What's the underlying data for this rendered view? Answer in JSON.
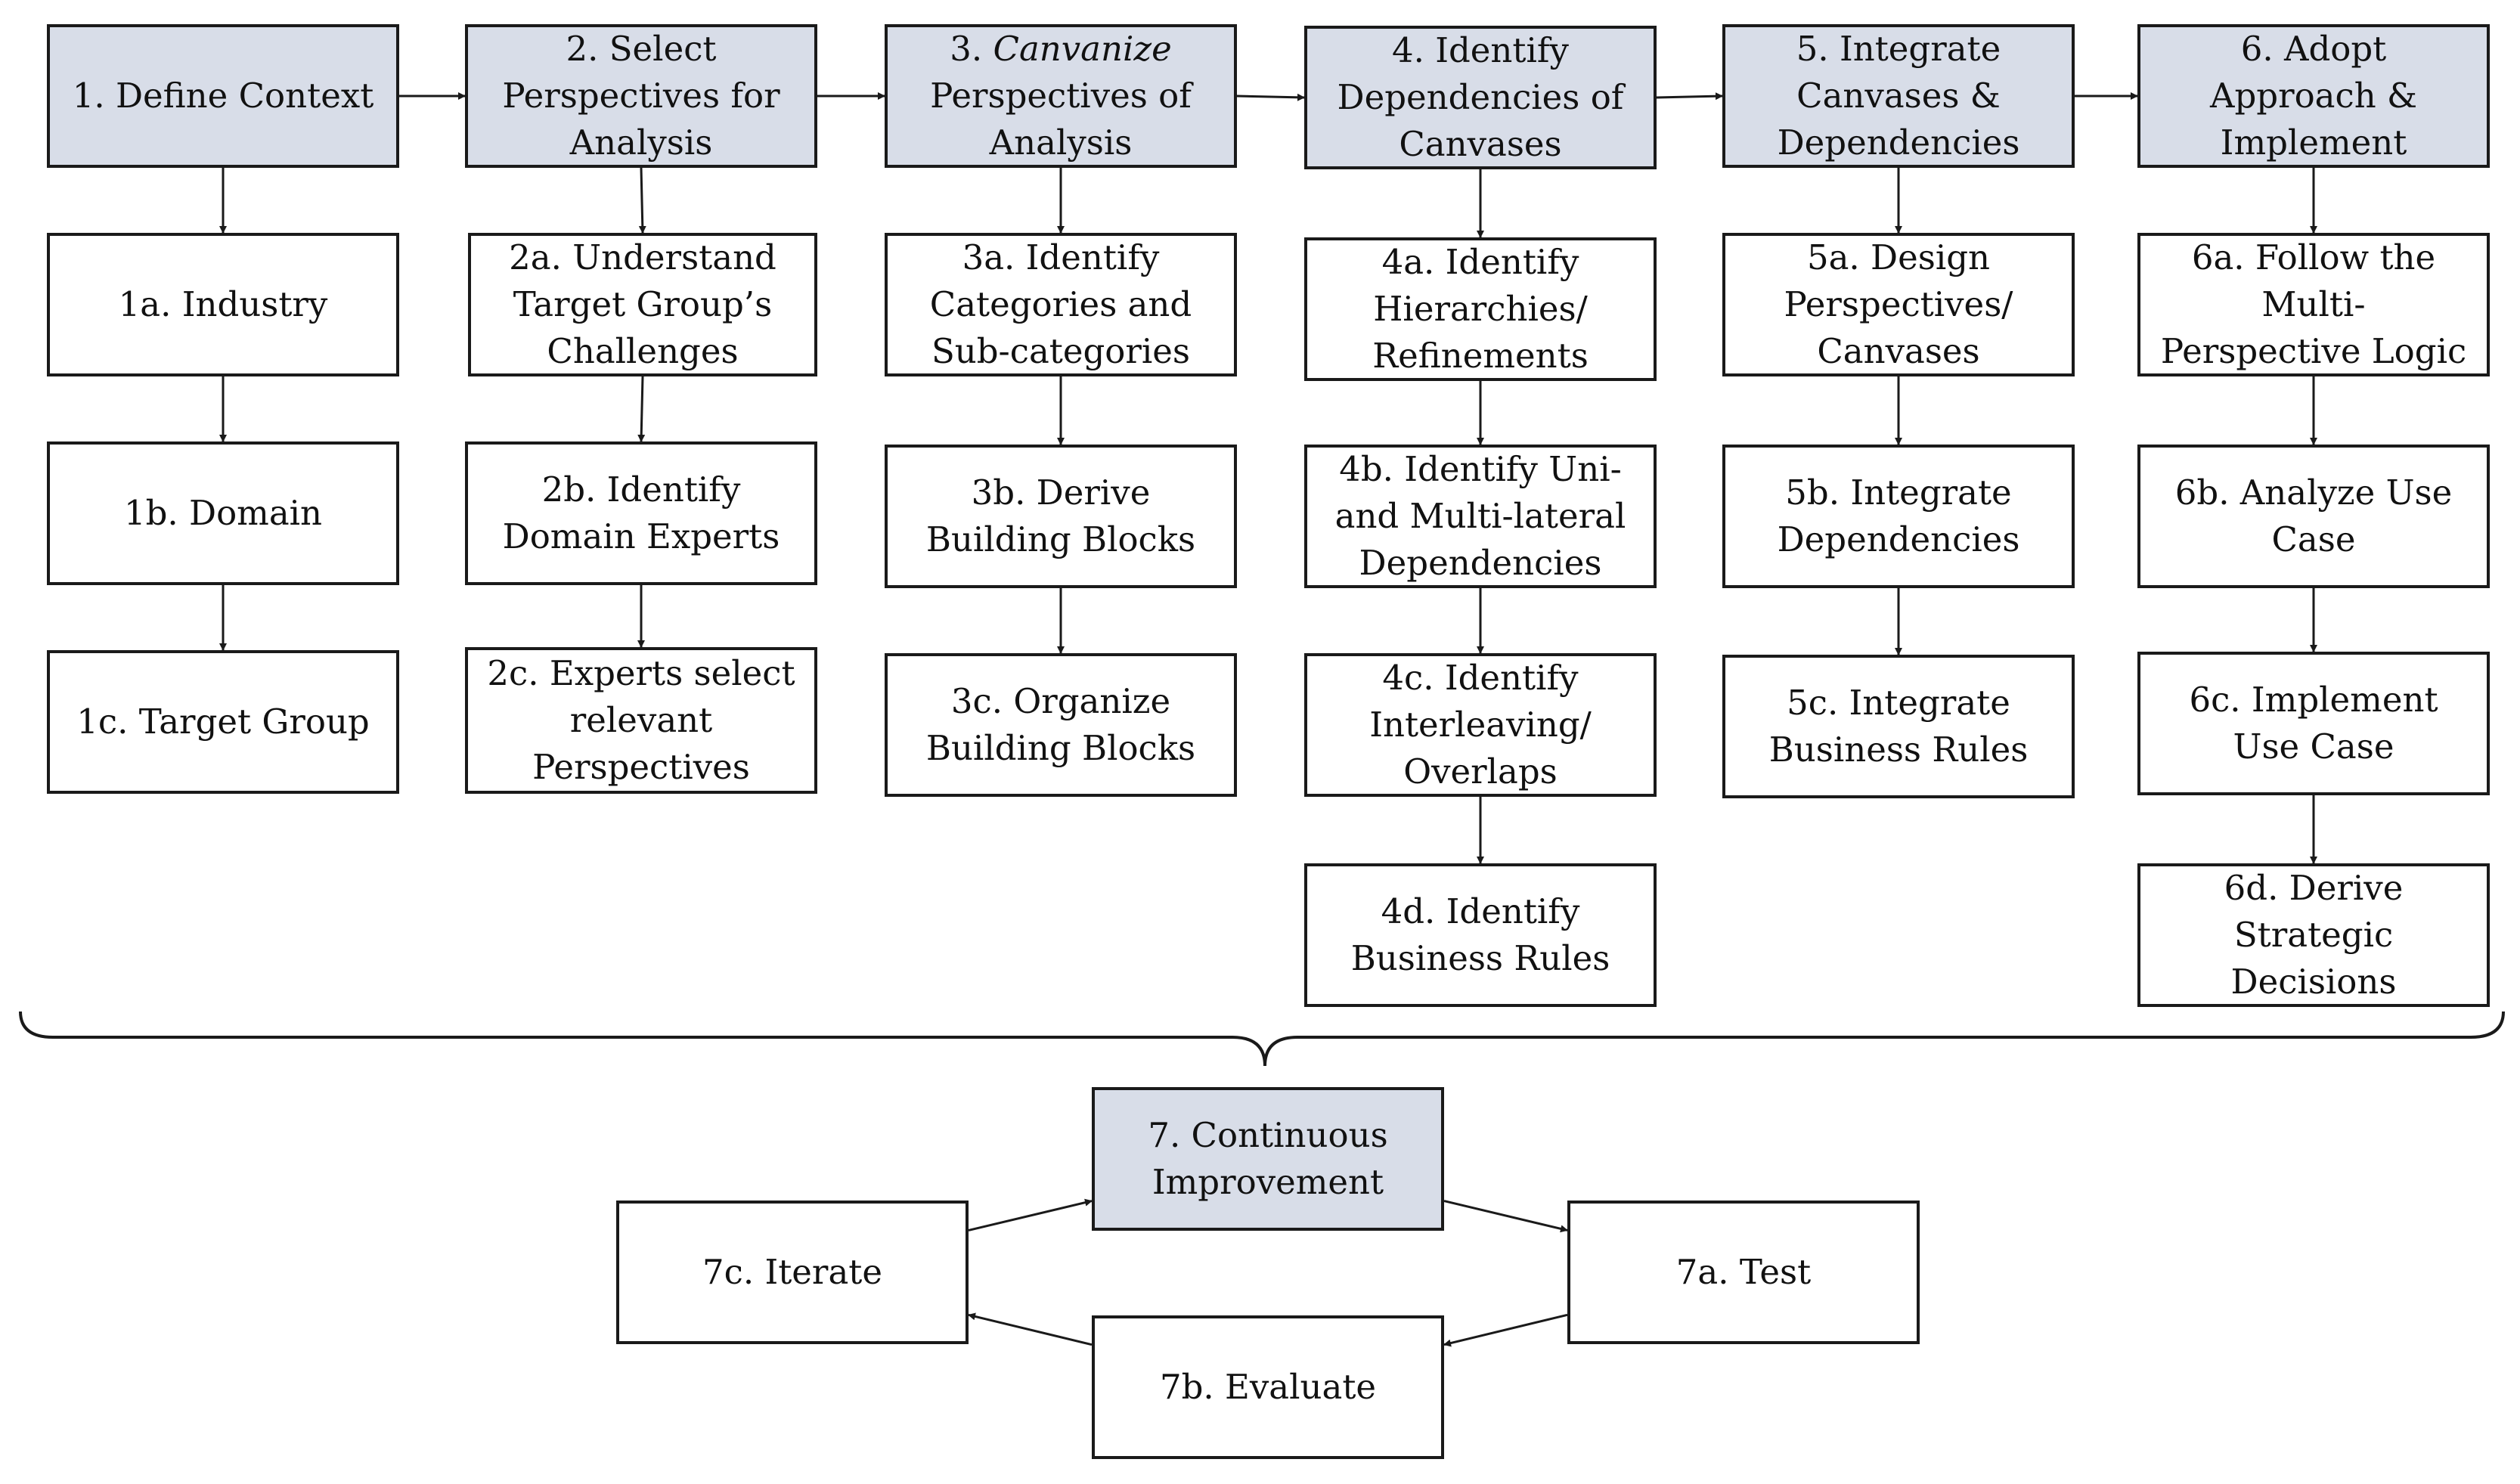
{
  "colors": {
    "header_fill": "#d8dde8",
    "box_fill": "#ffffff",
    "line": "#1a1a1a"
  },
  "columns": [
    {
      "header": {
        "id": "h1",
        "label": "1. Define Context"
      },
      "steps": [
        {
          "id": "s1a",
          "label": "1a. Industry"
        },
        {
          "id": "s1b",
          "label": "1b. Domain"
        },
        {
          "id": "s1c",
          "label": "1c. Target Group"
        }
      ]
    },
    {
      "header": {
        "id": "h2",
        "label": "2. Select\nPerspectives for\nAnalysis"
      },
      "steps": [
        {
          "id": "s2a",
          "label": "2a. Understand\nTarget Group’s\nChallenges"
        },
        {
          "id": "s2b",
          "label": "2b. Identify\nDomain Experts"
        },
        {
          "id": "s2c",
          "label": "2c. Experts select\nrelevant\nPerspectives"
        }
      ]
    },
    {
      "header": {
        "id": "h3",
        "label_prefix": "3. ",
        "label_italic": "Canvanize",
        "label_suffix": "\nPerspectives of\nAnalysis"
      },
      "steps": [
        {
          "id": "s3a",
          "label": "3a. Identify\nCategories  and\nSub-categories"
        },
        {
          "id": "s3b",
          "label": "3b. Derive\nBuilding Blocks"
        },
        {
          "id": "s3c",
          "label": "3c. Organize\nBuilding Blocks"
        }
      ]
    },
    {
      "header": {
        "id": "h4",
        "label": "4. Identify\nDependencies of\nCanvases"
      },
      "steps": [
        {
          "id": "s4a",
          "label": "4a. Identify\nHierarchies/\nRefinements"
        },
        {
          "id": "s4b",
          "label": "4b. Identify Uni-\nand Multi-lateral\nDependencies"
        },
        {
          "id": "s4c",
          "label": "4c. Identify\nInterleaving/\nOverlaps"
        },
        {
          "id": "s4d",
          "label": "4d. Identify\nBusiness Rules"
        }
      ]
    },
    {
      "header": {
        "id": "h5",
        "label": "5. Integrate\nCanvases &\nDependencies"
      },
      "steps": [
        {
          "id": "s5a",
          "label": "5a. Design\nPerspectives/\nCanvases"
        },
        {
          "id": "s5b",
          "label": "5b. Integrate\nDependencies"
        },
        {
          "id": "s5c",
          "label": "5c. Integrate\nBusiness Rules"
        }
      ]
    },
    {
      "header": {
        "id": "h6",
        "label": "6. Adopt\nApproach &\nImplement"
      },
      "steps": [
        {
          "id": "s6a",
          "label": "6a. Follow the\nMulti-\nPerspective Logic"
        },
        {
          "id": "s6b",
          "label": "6b. Analyze Use\nCase"
        },
        {
          "id": "s6c",
          "label": "6c. Implement\nUse Case"
        },
        {
          "id": "s6d",
          "label": "6d. Derive\nStrategic\nDecisions"
        }
      ]
    }
  ],
  "cycle": {
    "header": {
      "id": "h7",
      "label": "7. Continuous\nImprovement"
    },
    "steps": [
      {
        "id": "s7a",
        "label": "7a. Test"
      },
      {
        "id": "s7b",
        "label": "7b. Evaluate"
      },
      {
        "id": "s7c",
        "label": "7c. Iterate"
      }
    ]
  },
  "edges": [
    {
      "from": "h1",
      "to": "h2"
    },
    {
      "from": "h2",
      "to": "h3"
    },
    {
      "from": "h3",
      "to": "h4"
    },
    {
      "from": "h4",
      "to": "h5"
    },
    {
      "from": "h5",
      "to": "h6"
    },
    {
      "from": "h1",
      "to": "s1a"
    },
    {
      "from": "s1a",
      "to": "s1b"
    },
    {
      "from": "s1b",
      "to": "s1c"
    },
    {
      "from": "h2",
      "to": "s2a"
    },
    {
      "from": "s2a",
      "to": "s2b"
    },
    {
      "from": "s2b",
      "to": "s2c"
    },
    {
      "from": "h3",
      "to": "s3a"
    },
    {
      "from": "s3a",
      "to": "s3b"
    },
    {
      "from": "s3b",
      "to": "s3c"
    },
    {
      "from": "h4",
      "to": "s4a"
    },
    {
      "from": "s4a",
      "to": "s4b"
    },
    {
      "from": "s4b",
      "to": "s4c"
    },
    {
      "from": "s4c",
      "to": "s4d"
    },
    {
      "from": "h5",
      "to": "s5a"
    },
    {
      "from": "s5a",
      "to": "s5b"
    },
    {
      "from": "s5b",
      "to": "s5c"
    },
    {
      "from": "h6",
      "to": "s6a"
    },
    {
      "from": "s6a",
      "to": "s6b"
    },
    {
      "from": "s6b",
      "to": "s6c"
    },
    {
      "from": "s6c",
      "to": "s6d"
    },
    {
      "from": "h7",
      "to": "s7a"
    },
    {
      "from": "s7a",
      "to": "s7b"
    },
    {
      "from": "s7b",
      "to": "s7c"
    },
    {
      "from": "s7c",
      "to": "h7"
    }
  ]
}
